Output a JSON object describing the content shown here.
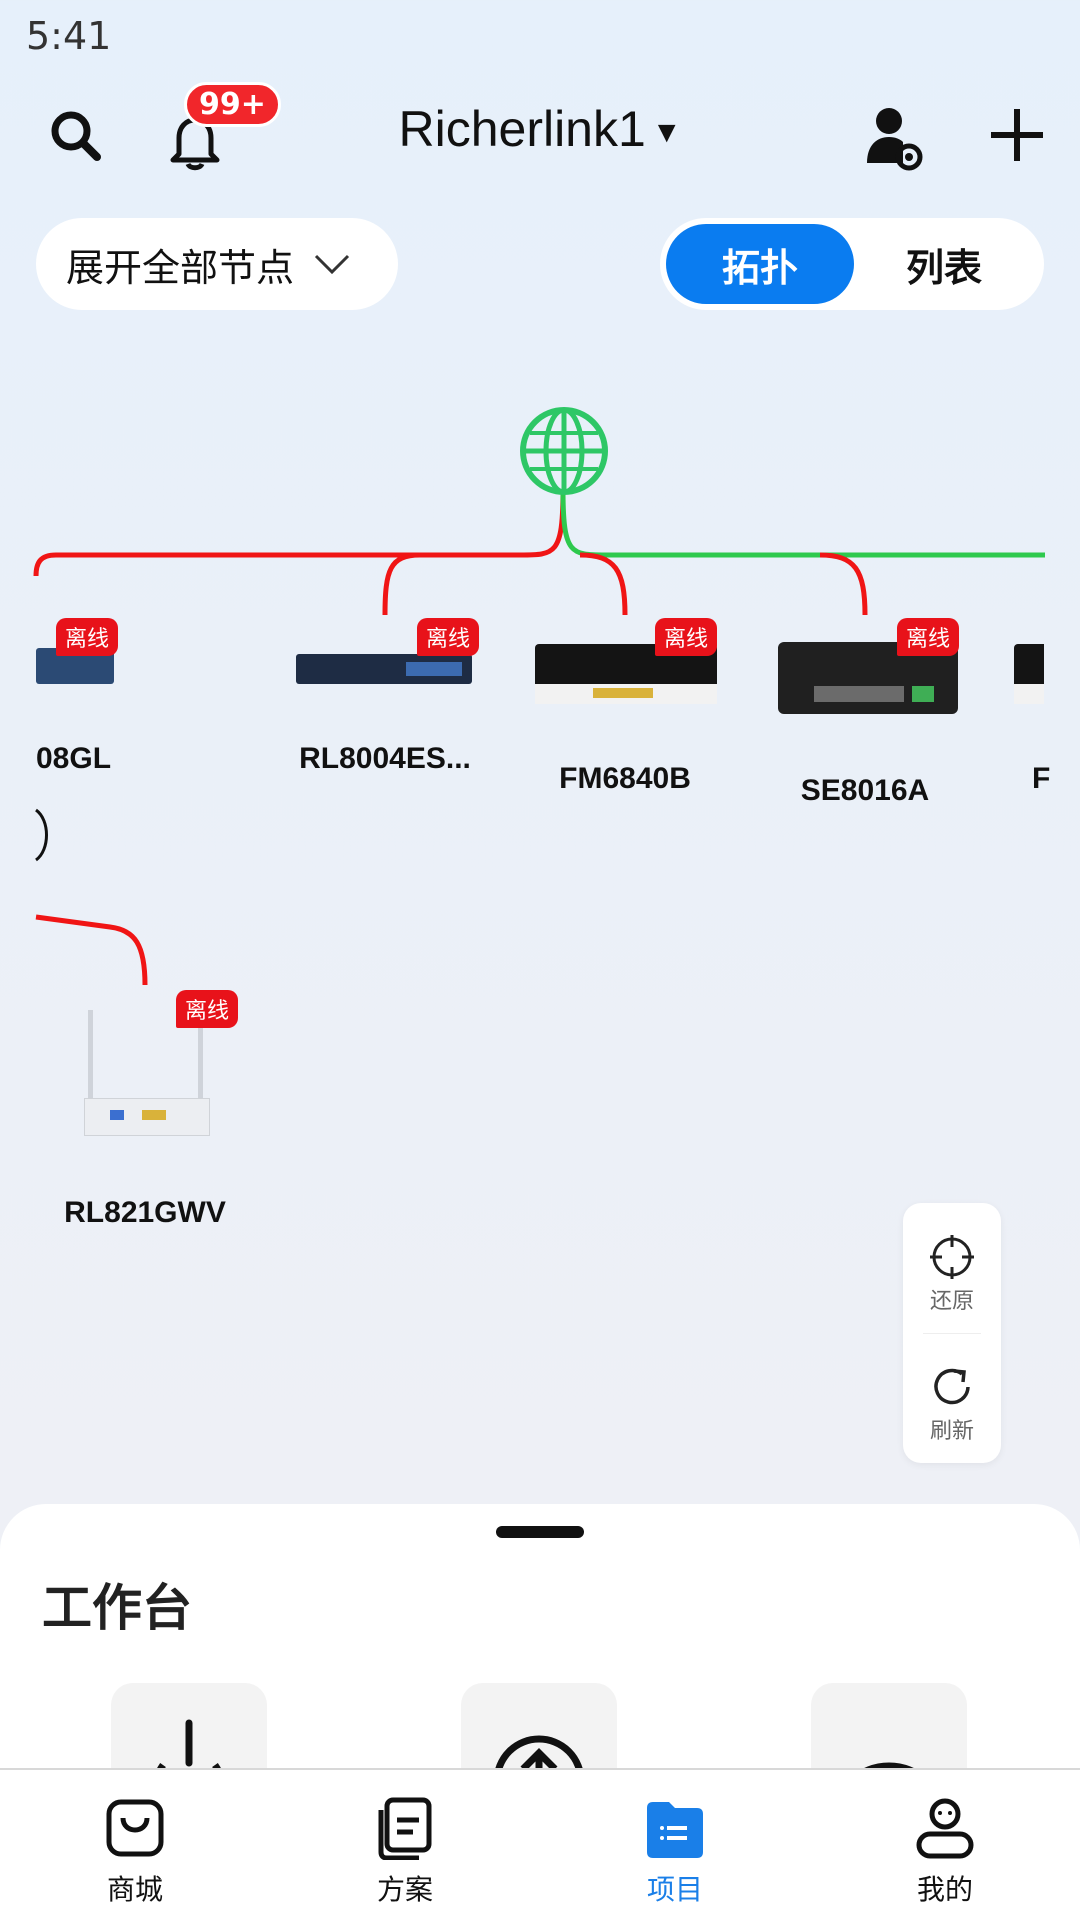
{
  "status": {
    "time": "5:41"
  },
  "header": {
    "title": "Richerlink1",
    "notification_count": "99+"
  },
  "controls": {
    "expand_label": "展开全部节点",
    "view_tabs": [
      "拓扑",
      "列表"
    ],
    "active_view": "拓扑"
  },
  "topology": {
    "offline_label": "离线",
    "devices": [
      {
        "label": "08GL",
        "status": "离线"
      },
      {
        "label": "RL8004ES...",
        "status": "离线"
      },
      {
        "label": "FM6840B",
        "status": "离线"
      },
      {
        "label": "SE8016A",
        "status": "离线"
      },
      {
        "label": "F"
      },
      {
        "label": "RL821GWV",
        "status": "离线"
      }
    ]
  },
  "tools": {
    "reset_label": "还原",
    "refresh_label": "刷新"
  },
  "sheet": {
    "title": "工作台"
  },
  "tabbar": {
    "items": [
      {
        "label": "商城",
        "icon": "bag-icon"
      },
      {
        "label": "方案",
        "icon": "document-icon"
      },
      {
        "label": "项目",
        "icon": "folder-icon"
      },
      {
        "label": "我的",
        "icon": "person-icon"
      }
    ],
    "active_index": 2
  },
  "colors": {
    "accent": "#0a7cf0",
    "offline_red": "#e8121a",
    "online_green": "#22c55e",
    "globe_green": "#2ec766"
  }
}
